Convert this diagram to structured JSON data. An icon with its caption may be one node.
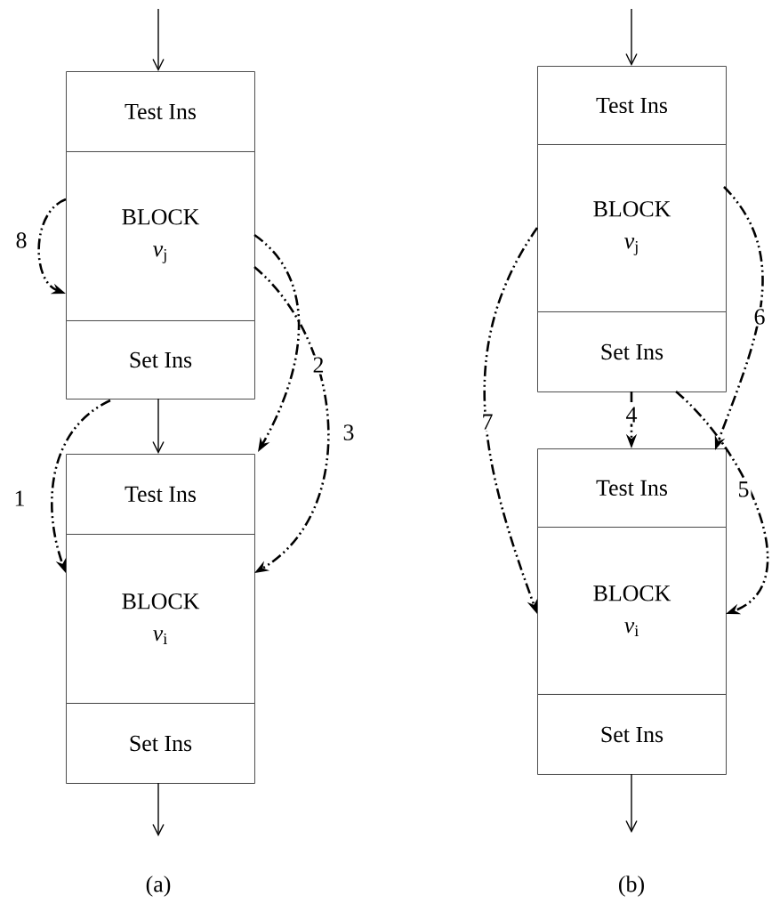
{
  "diagram": {
    "nodes": [
      {
        "text": [
          "Test Ins"
        ]
      },
      {
        "text": [
          "BLOCK",
          "*v*$_{j}$"
        ]
      },
      {
        "text": [
          "Set Ins"
        ]
      },
      {
        "text": [
          "Test Ins"
        ]
      },
      {
        "text": [
          "BLOCK",
          "*v*$_{i}$"
        ]
      },
      {
        "text": [
          "Set Ins"
        ]
      },
      {
        "text": [
          "Test Ins"
        ]
      },
      {
        "text": [
          "BLOCK",
          "*v*$_{j}$"
        ]
      },
      {
        "text": [
          "Set Ins"
        ]
      },
      {
        "text": [
          "Test Ins"
        ]
      },
      {
        "text": [
          "BLOCK",
          "*v*$_{i}$"
        ]
      },
      {
        "text": [
          "Set Ins"
        ]
      }
    ],
    "edges": [
      {
        "from": null,
        "to": 0,
        "arrow": "to"
      },
      {
        "from": 1,
        "to": 1,
        "arrow": "to",
        "label": "8",
        "style": "dashed"
      },
      {
        "from": 1,
        "to": 3,
        "arrow": "to",
        "label": "2",
        "style": "dashed"
      },
      {
        "from": 1,
        "to": 4,
        "arrow": "to",
        "label": "3",
        "style": "dashed"
      },
      {
        "from": 2,
        "to": 4,
        "arrow": "to",
        "label": "1",
        "style": "dashed"
      },
      {
        "from": 2,
        "to": 3,
        "arrow": "to"
      },
      {
        "from": 5,
        "to": null,
        "arrow": "to"
      },
      {
        "from": null,
        "to": 6,
        "arrow": "to"
      },
      {
        "from": 7,
        "to": 10,
        "arrow": "to",
        "label": "7",
        "style": "dashed"
      },
      {
        "from": 7,
        "to": 9,
        "arrow": "to",
        "label": "6",
        "style": "dashed"
      },
      {
        "from": 8,
        "to": 9,
        "arrow": "to",
        "label": "4",
        "style": "dashed"
      },
      {
        "from": 8,
        "to": 10,
        "arrow": "to",
        "label": "5",
        "style": "dashed"
      },
      {
        "from": 11,
        "to": null,
        "arrow": "to"
      }
    ],
    "labels": [
      "(a)",
      "(b)"
    ]
  }
}
